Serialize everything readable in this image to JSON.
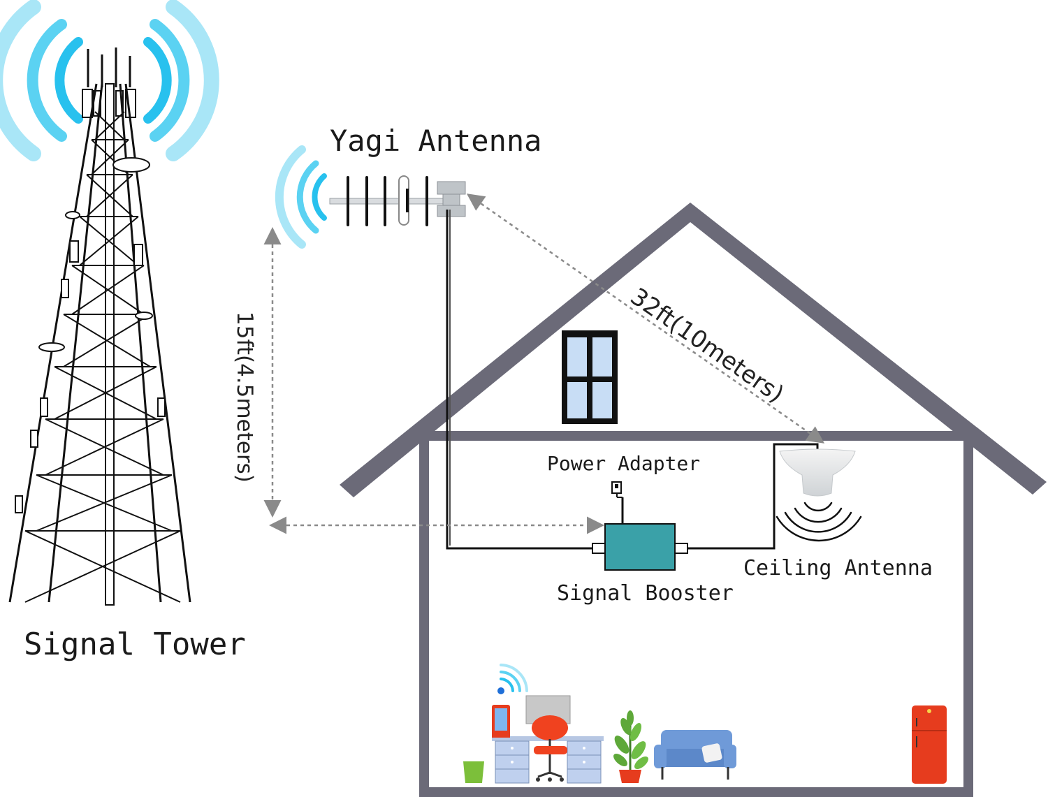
{
  "labels": {
    "signal_tower": "Signal Tower",
    "yagi_antenna": "Yagi Antenna",
    "power_adapter": "Power Adapter",
    "signal_booster": "Signal Booster",
    "ceiling_antenna": "Ceiling Antenna"
  },
  "dimensions": {
    "vertical": "15ft(4.5meters)",
    "diagonal": "32ft(10meters)"
  },
  "colors": {
    "wave_light": "#9fe4f6",
    "wave_dark": "#28c1ee",
    "house_outline": "#6b6a78",
    "booster": "#3aa1a8",
    "window_glass": "#c8ddf5",
    "sofa": "#6f9ad8",
    "fridge": "#e63c1e",
    "plant": "#5ea839",
    "chair": "#f0421f",
    "trash_bin": "#7cbf3a"
  }
}
